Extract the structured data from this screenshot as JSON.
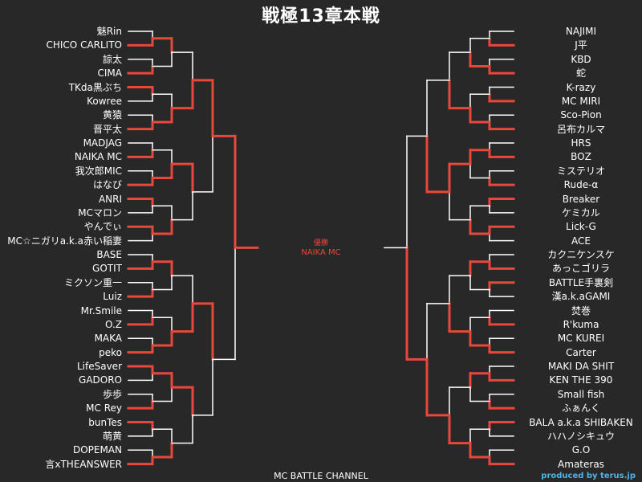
{
  "title": "戦極13章本戦",
  "champion": {
    "label": "優勝",
    "name": "NAIKA MC"
  },
  "footer": "MC BATTLE CHANNEL",
  "credit": "produced by terus.jp",
  "colors": {
    "background": "#282828",
    "winner_line": "#e8473b",
    "loser_line": "#ffffff",
    "credit": "#4fb3e8"
  },
  "left_players": [
    "魅Rin",
    "CHICO CARLITO",
    "諒太",
    "CIMA",
    "TKda黒ぶち",
    "Kowree",
    "黄猿",
    "晋平太",
    "MADJAG",
    "NAIKA MC",
    "我次郎MIC",
    "はなび",
    "ANRI",
    "MCマロン",
    "やんでぃ",
    "MC☆ニガリa.k.a赤い稲妻",
    "BASE",
    "GOTIT",
    "ミクソン重一",
    "Luiz",
    "Mr.Smile",
    "O.Z",
    "MAKA",
    "peko",
    "LifeSaver",
    "GADORO",
    "歩歩",
    "MC Rey",
    "bunTes",
    "萌黄",
    "DOPEMAN",
    "言xTHEANSWER"
  ],
  "right_players": [
    "NAJIMI",
    "J平",
    "KBD",
    "蛇",
    "K-razy",
    "MC MIRI",
    "Sco-Pion",
    "呂布カルマ",
    "HRS",
    "BOZ",
    "ミステリオ",
    "Rude-α",
    "Breaker",
    "ケミカル",
    "Lick-G",
    "ACE",
    "カクニケンスケ",
    "あっこゴリラ",
    "BATTLE手裏剣",
    "漢a.k.aGAMI",
    "焚巻",
    "R'kuma",
    "MC KUREI",
    "Carter",
    "MAKI DA SHIT",
    "KEN THE 390",
    "Small fish",
    "ふぁんく",
    "BALA a.k.a SHIBAKEN",
    "ハハノシキュウ",
    "G.O",
    "Amateras"
  ],
  "left_results": {
    "r1": [
      1,
      1,
      0,
      1,
      1,
      1,
      0,
      0,
      1,
      1,
      1,
      1,
      0,
      1,
      0,
      1
    ],
    "r2": [
      0,
      1,
      1,
      1,
      0,
      1,
      0,
      1
    ],
    "r3": [
      1,
      0,
      1,
      0
    ],
    "r4": [
      0,
      0
    ],
    "r5": [
      0
    ]
  },
  "right_results": {
    "r1": [
      1,
      1,
      1,
      1,
      1,
      1,
      0,
      0,
      1,
      0,
      1,
      1,
      1,
      1,
      0,
      1
    ],
    "r2": [
      1,
      1,
      0,
      1,
      0,
      1,
      0,
      1
    ],
    "r3": [
      1,
      0,
      1,
      1
    ],
    "r4": [
      1,
      1
    ],
    "r5": [
      1
    ]
  },
  "final_result": "left"
}
